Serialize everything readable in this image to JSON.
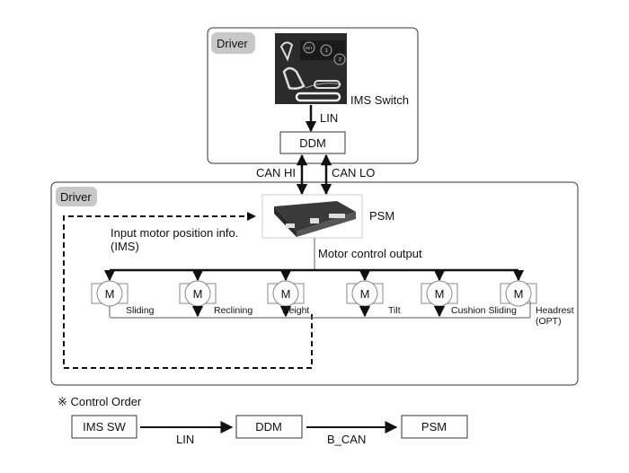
{
  "top_box": {
    "zone_label": "Driver",
    "switch_label": "IMS Switch",
    "switch_buttons": [
      "SET",
      "1",
      "2"
    ],
    "link_label": "LIN",
    "ddm_label": "DDM"
  },
  "bus": {
    "can_hi": "CAN HI",
    "can_lo": "CAN LO"
  },
  "main_box": {
    "zone_label": "Driver",
    "psm_label": "PSM",
    "feedback_label_line1": "Input motor position info.",
    "feedback_label_line2": "(IMS)",
    "output_label": "Motor control output",
    "motor_glyph": "M",
    "motors": [
      {
        "label": "Sliding"
      },
      {
        "label": "Reclining"
      },
      {
        "label": "Height"
      },
      {
        "label": "Tilt"
      },
      {
        "label": "Cushion Sliding"
      },
      {
        "label": "Headrest",
        "sub": "(OPT)"
      }
    ]
  },
  "control_order": {
    "title": "※ Control Order",
    "nodes": [
      "IMS SW",
      "DDM",
      "PSM"
    ],
    "links": [
      "LIN",
      "B_CAN"
    ]
  },
  "colors": {
    "box_border": "#333333",
    "zone_tag_bg": "#c8c8c8",
    "motor_stroke": "#888888",
    "switch_body": "#2a2a2a"
  }
}
